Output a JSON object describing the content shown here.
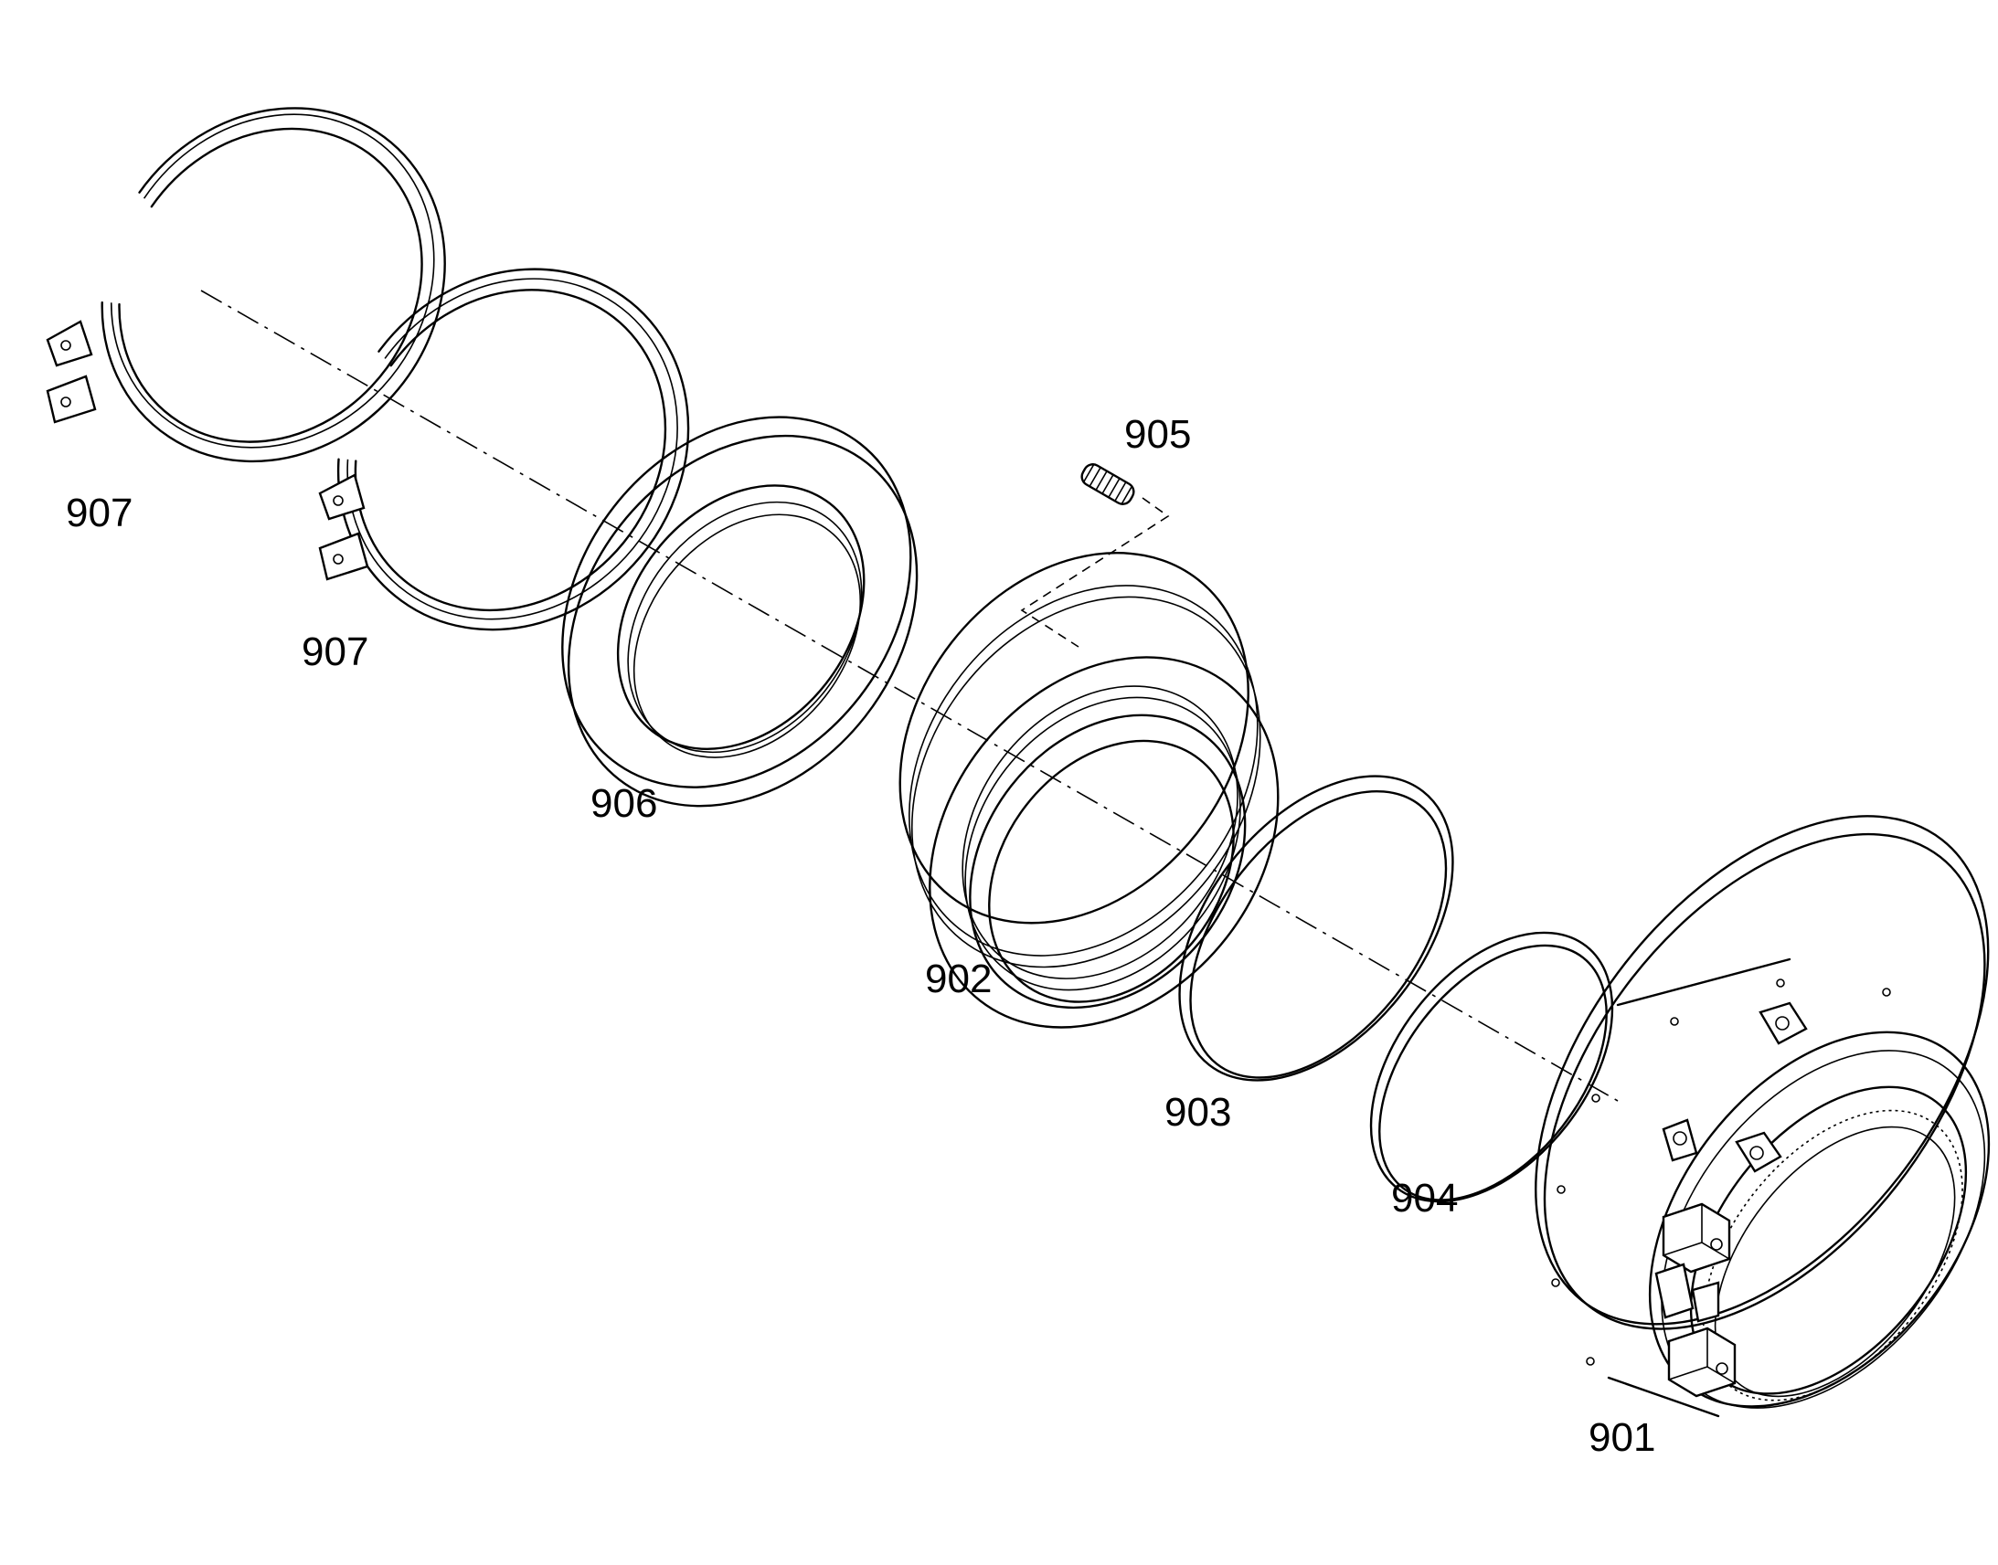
{
  "diagram": {
    "callouts": [
      {
        "id": "907a",
        "text": "907"
      },
      {
        "id": "907b",
        "text": "907"
      },
      {
        "id": "906",
        "text": "906"
      },
      {
        "id": "905",
        "text": "905"
      },
      {
        "id": "902",
        "text": "902"
      },
      {
        "id": "903",
        "text": "903"
      },
      {
        "id": "904",
        "text": "904"
      },
      {
        "id": "901",
        "text": "901"
      }
    ]
  },
  "colors": {
    "line": "#000000",
    "background": "#ffffff"
  }
}
